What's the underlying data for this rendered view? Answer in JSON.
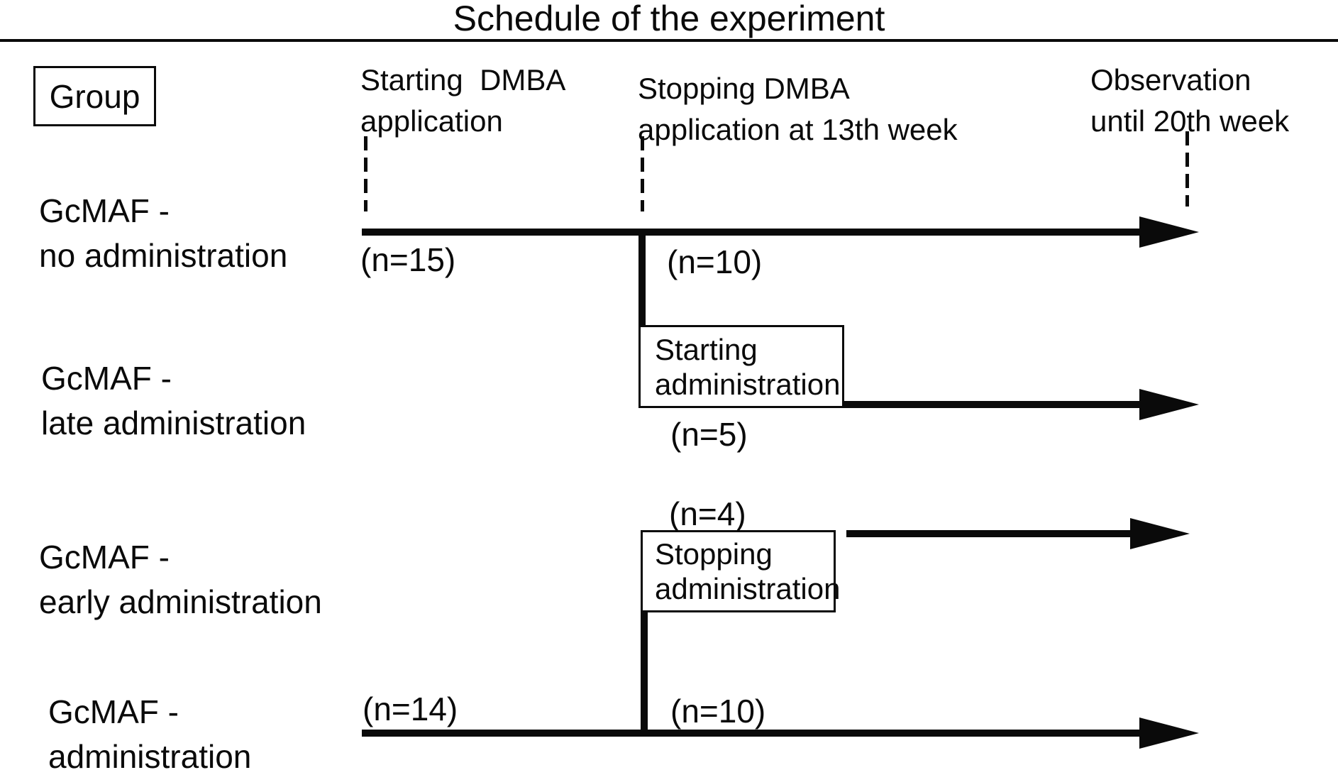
{
  "title": "Schedule of the experiment",
  "group_box_label": "Group",
  "columns": [
    {
      "id": "starting-dmba",
      "label": "Starting  DMBA\napplication"
    },
    {
      "id": "stopping-dmba",
      "label": "Stopping DMBA\napplication at 13th week"
    },
    {
      "id": "observation",
      "label": "Observation\nuntil 20th week"
    }
  ],
  "groups": [
    {
      "label": "GcMAF -\nno administration",
      "n_start": "(n=15)",
      "n_after_13w": "(n=10)"
    },
    {
      "label": "GcMAF -\nlate administration",
      "n_after_13w": "(n=5)",
      "event": "Starting\nadministration"
    },
    {
      "label": "GcMAF -\nearly administration",
      "n_after_13w": "(n=4)",
      "event": "Stopping\nadministration"
    },
    {
      "label": "GcMAF -\nadministration",
      "n_start": "(n=14)",
      "n_after_13w": "(n=10)"
    }
  ],
  "colors": {
    "ink": "#0a0a0a",
    "background": "#ffffff"
  }
}
